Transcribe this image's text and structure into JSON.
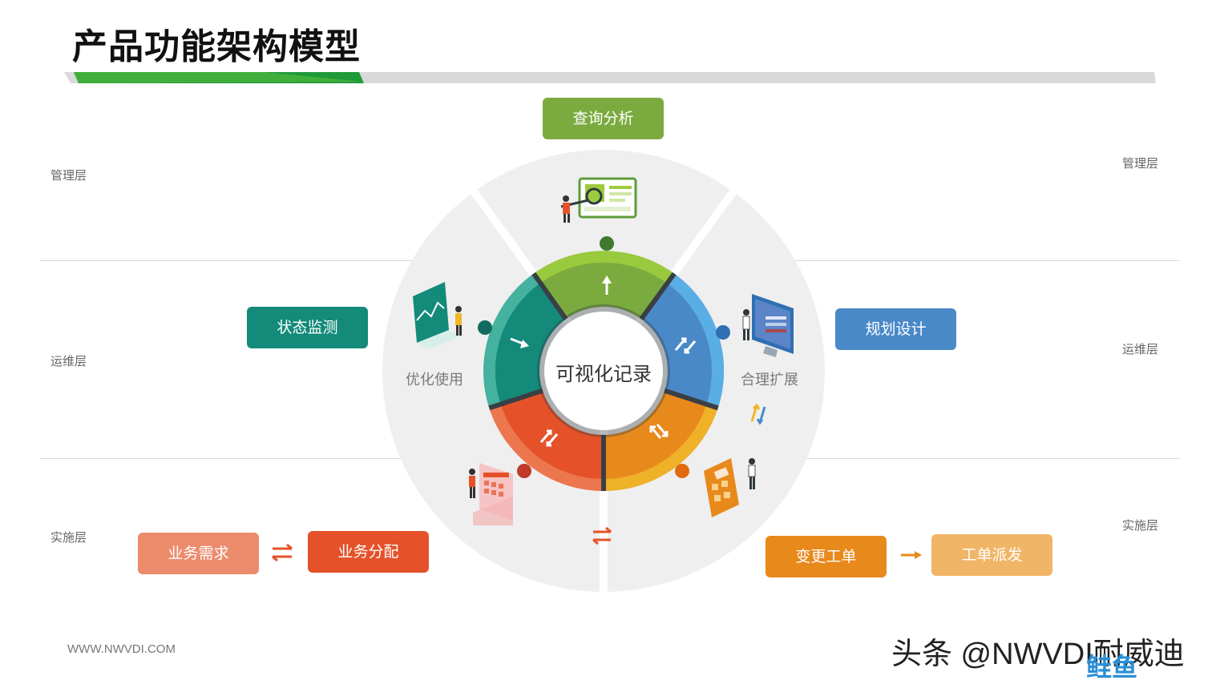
{
  "title": "产品功能架构模型",
  "layers": {
    "management": "管理层",
    "operations": "运维层",
    "implementation": "实施层"
  },
  "center": "可视化记录",
  "segments": {
    "top": "查询分析",
    "left": "优化使用",
    "right": "合理扩展"
  },
  "boxes": {
    "query_analysis": "查询分析",
    "status_monitor": "状态监测",
    "planning_design": "规划设计",
    "business_demand": "业务需求",
    "business_allocation": "业务分配",
    "change_ticket": "变更工单",
    "ticket_dispatch": "工单派发"
  },
  "colors": {
    "green": "#7bab3f",
    "teal": "#138a7a",
    "blue": "#4a89c8",
    "orange": "#e8891c",
    "red_orange": "#e5522a",
    "salmon": "#ec8b6c",
    "light_orange": "#f1b567",
    "title_green": "#1f9a3a"
  },
  "footer": "WWW.NWVDI.COM",
  "watermark": "头条 @NWVDI耐威迪",
  "watermark_logo": "鲑鱼"
}
